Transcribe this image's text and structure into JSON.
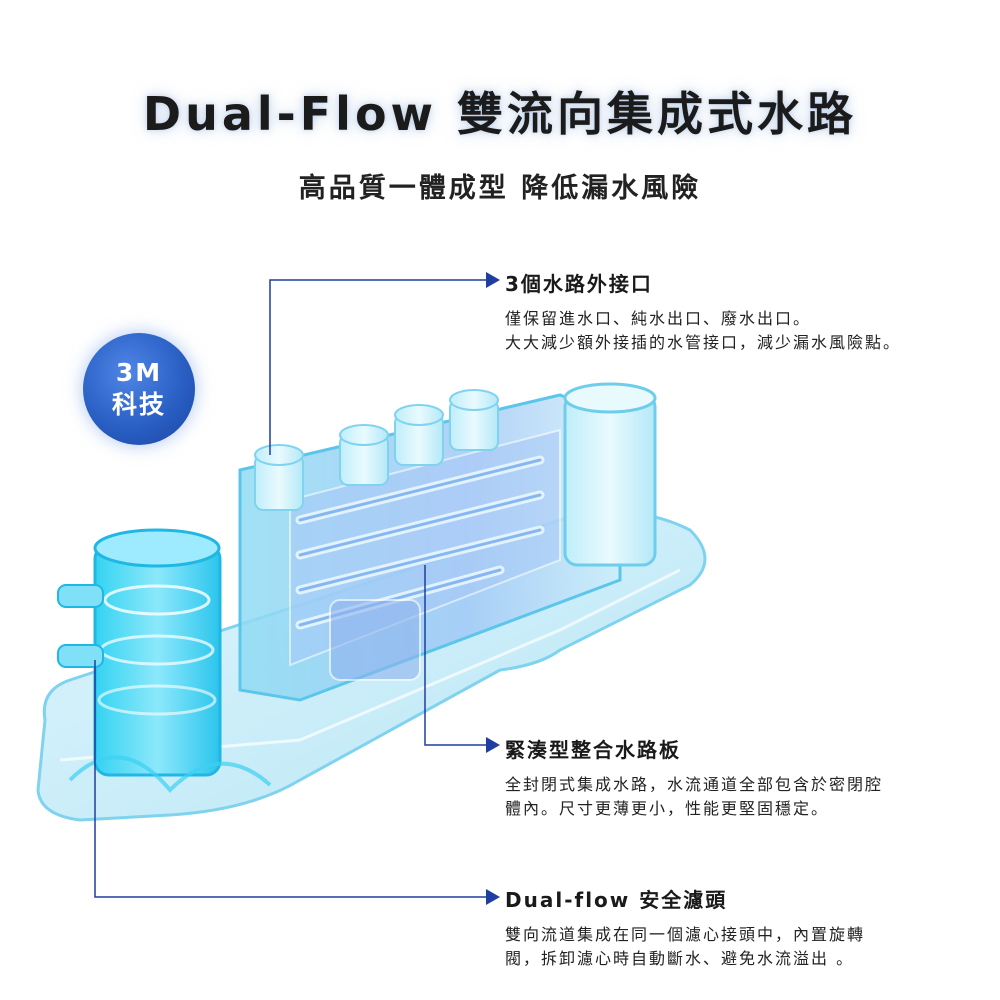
{
  "header": {
    "title": "Dual-Flow 雙流向集成式水路",
    "subtitle": "高品質一體成型 降低漏水風險"
  },
  "badge": {
    "line1": "3M",
    "line2": "科技"
  },
  "callouts": [
    {
      "title": "3個水路外接口",
      "lines": [
        "僅保留進水口、純水出口、廢水出口。",
        "大大減少額外接插的水管接口，減少漏水風險點。"
      ]
    },
    {
      "title": "緊湊型整合水路板",
      "lines": [
        "全封閉式集成水路，水流通道全部包含於密閉腔",
        "體內。尺寸更薄更小，性能更堅固穩定。"
      ]
    },
    {
      "title": "Dual-flow 安全濾頭",
      "lines": [
        "雙向流道集成在同一個濾心接頭中，內置旋轉",
        "閥，拆卸濾心時自動斷水、避免水流溢出 。"
      ]
    }
  ],
  "colors": {
    "accent": "#1f3fa0",
    "badge": "#2a5fc4",
    "water": "#4fd0f0"
  },
  "icons": [
    "arrow-right-icon",
    "water-module-illustration"
  ]
}
